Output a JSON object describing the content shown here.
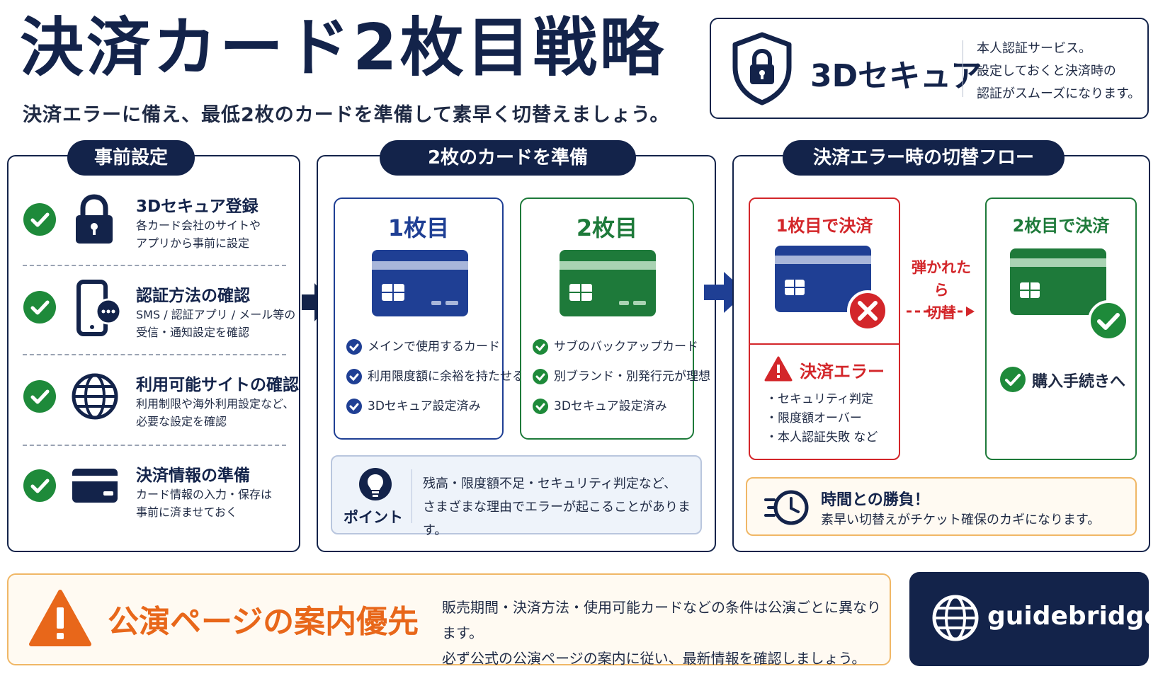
{
  "header": {
    "title": "決済カード2枚目戦略",
    "subtitle": "決済エラーに備え、最低2枚のカードを準備して素早く切替えましょう。"
  },
  "secure": {
    "title": "3Dセキュア",
    "desc": "本人認証サービス。\n設定しておくと決済時の\n認証がスムーズになります。"
  },
  "pre_settings": {
    "heading": "事前設定",
    "items": [
      {
        "title": "3Dセキュア登録",
        "desc": "各カード会社のサイトや\nアプリから事前に設定",
        "icon": "lock-icon"
      },
      {
        "title": "認証方法の確認",
        "desc": "SMS / 認証アプリ / メール等の\n受信・通知設定を確認",
        "icon": "smartphone-icon"
      },
      {
        "title": "利用可能サイトの確認",
        "desc": "利用制限や海外利用設定など、\n必要な設定を確認",
        "icon": "globe-icon"
      },
      {
        "title": "決済情報の準備",
        "desc": "カード情報の入力・保存は\n事前に済ませておく",
        "icon": "credit-card-icon"
      }
    ]
  },
  "two_cards": {
    "heading": "2枚のカードを準備",
    "card1": {
      "label": "1枚目",
      "features": [
        "メインで使用するカード",
        "利用限度額に余裕を持たせる",
        "3Dセキュア設定済み"
      ]
    },
    "card2": {
      "label": "2枚目",
      "features": [
        "サブのバックアップカード",
        "別ブランド・別発行元が理想",
        "3Dセキュア設定済み"
      ]
    },
    "point": {
      "label": "ポイント",
      "text": "残高・限度額不足・セキュリティ判定など、\nさまざまな理由でエラーが起こることがあります。"
    }
  },
  "flow": {
    "heading": "決済エラー時の切替フロー",
    "first": {
      "label": "1枚目で決済"
    },
    "error": {
      "label": "決済エラー",
      "reasons": [
        "セキュリティ判定",
        "限度額オーバー",
        "本人認証失敗 など"
      ]
    },
    "switch_line1": "弾かれたら",
    "switch_line2": "切替",
    "second": {
      "label": "2枚目で決済",
      "result": "購入手続きへ"
    },
    "time": {
      "title": "時間との勝負！",
      "text": "素早い切替えがチケット確保のカギになります。"
    }
  },
  "bottom": {
    "title": "公演ページの案内優先",
    "text": "販売期間・決済方法・使用可能カードなどの条件は公演ごとに異なります。\n必ず公式の公演ページの案内に従い、最新情報を確認しましょう。"
  },
  "site": {
    "label": "guidebridge.jp"
  },
  "colors": {
    "navy": "#13234a",
    "blue_card": "#1f3f94",
    "green_card": "#1e7a3a",
    "check_green": "#1e8a3a",
    "error_red": "#d3262a",
    "accent_orange": "#e8671a"
  }
}
